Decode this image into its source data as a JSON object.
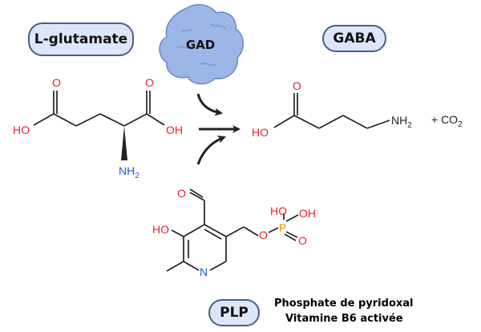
{
  "substrate": {
    "name": "L-glutamate"
  },
  "product": {
    "name": "GABA",
    "byproduct": "+ CO",
    "byproduct_sub": "2"
  },
  "enzyme": {
    "name": "GAD"
  },
  "cofactor": {
    "name": "PLP",
    "caption_line1": "Phosphate de pyridoxal",
    "caption_line2": "Vitamine B6 activée"
  },
  "atoms": {
    "O": "O",
    "HO": "HO",
    "OH": "OH",
    "NH": "NH",
    "sub2": "2",
    "P": "P",
    "N": "N"
  },
  "colors": {
    "oxygen": "#e8202a",
    "nitrogen": "#2456d6",
    "phosphorus": "#f08a00",
    "bond": "#222222",
    "pill_fill": "#dbe6f7",
    "pill_border": "#4a5d84",
    "enzyme_blob": "#9db6e8"
  }
}
